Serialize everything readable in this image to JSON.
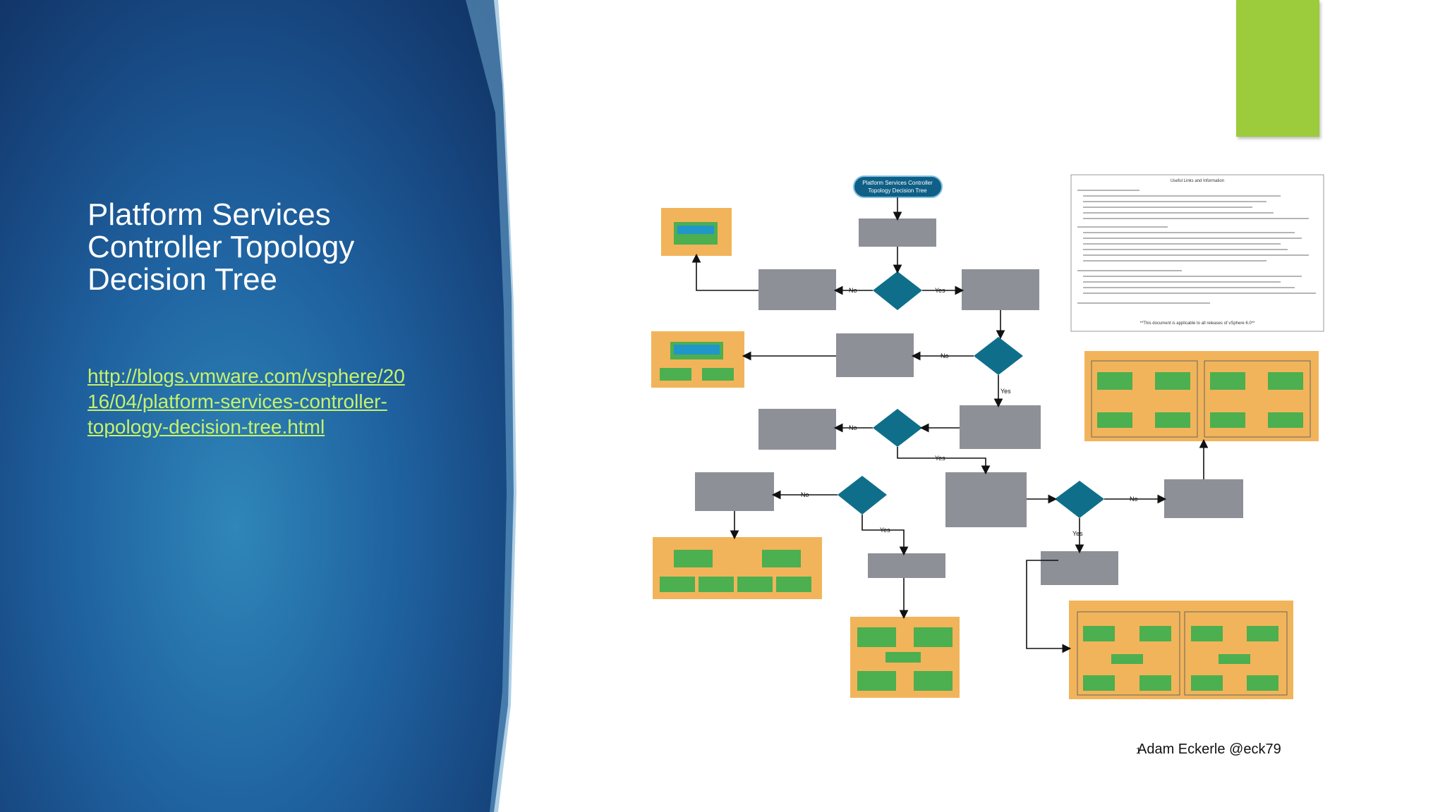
{
  "slide": {
    "title_lines": [
      "Platform Services",
      "Controller Topology",
      "Decision Tree"
    ],
    "link_lines": [
      "http://blogs.vmware.com/vsphere/20",
      "16/04/platform-services-controller-",
      "topology-decision-tree.html"
    ],
    "footer_author": "Adam Eckerle @eck79",
    "footer_slide_number": "1"
  },
  "diagram": {
    "start_label_1": "Platform Services Controller",
    "start_label_2": "Topology Decision Tree",
    "yes": "Yes",
    "no": "No",
    "info_title": "Useful Links and Information",
    "info_footer": "**This document is applicable to all releases of vSphere 6.0**"
  },
  "colors": {
    "accent_green": "#9ccb3b",
    "link": "#c6f26a",
    "decision_teal": "#0f6f8a",
    "gray_box": "#8d9097",
    "orange_box": "#f2b45a",
    "green_box": "#4caf50",
    "blue_box": "#2196c9"
  }
}
